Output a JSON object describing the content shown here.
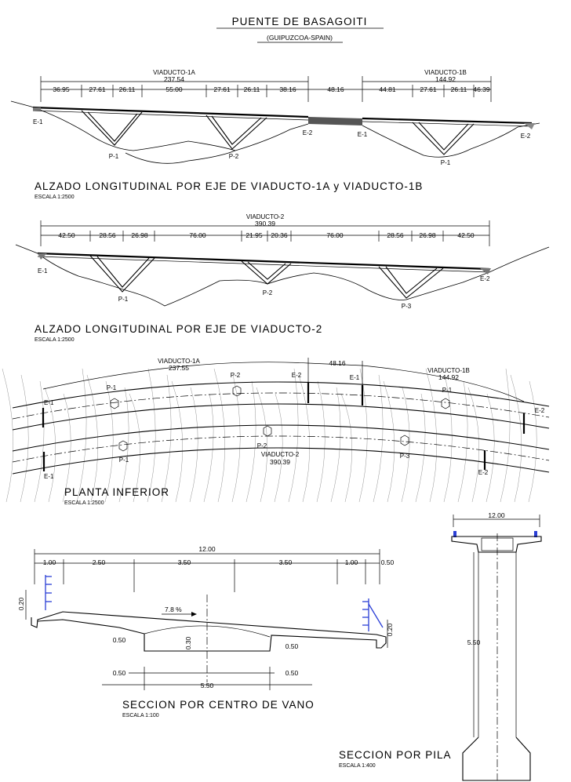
{
  "title": "PUENTE DE BASAGOITI",
  "subtitle": "(GUIPUZCOA-SPAIN)",
  "elevation1": {
    "heading": "ALZADO LONGITUDINAL POR EJE DE VIADUCTO-1A y VIADUCTO-1B",
    "scale": "ESCALA 1:2500",
    "viaducto_1a": {
      "name": "VIADUCTO-1A",
      "length": "237.54"
    },
    "viaducto_1b": {
      "name": "VIADUCTO-1B",
      "length": "144.92"
    },
    "spans": [
      "36.95",
      "27.61",
      "26.11",
      "55.00",
      "27.61",
      "26.11",
      "38.16",
      "48.16",
      "44.81",
      "27.61",
      "26.11",
      "46.39"
    ],
    "labels": {
      "e1a": "E-1",
      "p1a": "P-1",
      "p2a": "P-2",
      "e2a": "E-2",
      "e1b": "E-1",
      "p1b": "P-1",
      "e2b": "E-2"
    }
  },
  "elevation2": {
    "heading": "ALZADO LONGITUDINAL POR EJE DE VIADUCTO-2",
    "scale": "ESCALA 1:2500",
    "viaducto_2": {
      "name": "VIADUCTO-2",
      "length": "390.39"
    },
    "spans": [
      "42.50",
      "28.56",
      "26.98",
      "76.00",
      "21.95",
      "20.36",
      "76.00",
      "28.56",
      "26.98",
      "42.50"
    ],
    "labels": {
      "e1": "E-1",
      "p1": "P-1",
      "p2": "P-2",
      "p3": "P-3",
      "e2": "E-2"
    }
  },
  "plan": {
    "heading": "PLANTA INFERIOR",
    "scale": "ESCALA 1:2500",
    "v1a_name": "VIADUCTO-1A",
    "v1a_len": "237.55",
    "gap": "48.16",
    "v1b_name": "VIADUCTO-1B",
    "v1b_len": "144.92",
    "v2_name": "VIADUCTO-2",
    "v2_len": "390.39",
    "labels": {
      "e1_top": "E-1",
      "p1_top": "P-1",
      "p2_top": "P-2",
      "e2_top": "E-2",
      "e1b_top": "E-1",
      "p1b_top": "P-1",
      "e2b_top": "E-2",
      "e1_bot": "E-1",
      "p1_bot": "P-1",
      "p2_bot": "P-2",
      "p3_bot": "P-3",
      "e2_bot": "E-2"
    }
  },
  "section_span": {
    "heading": "SECCION POR CENTRO DE VANO",
    "scale": "ESCALA 1:100",
    "total_width": "12.00",
    "dims_top": [
      "1.00",
      "2.50",
      "3.50",
      "3.50",
      "1.00",
      "0.50"
    ],
    "slope": "7.8 %",
    "d_020_left": "0.20",
    "d_020_right": "0.20",
    "d_050_a": "0.50",
    "d_050_b": "0.50",
    "d_050_c": "0.50",
    "d_050_d": "0.50",
    "d_030": "0.30",
    "bottom_width": "5.50"
  },
  "section_pier": {
    "heading": "SECCION POR PILA",
    "scale": "ESCALA 1:400",
    "width": "12.00",
    "height": "5.50"
  },
  "colors": {
    "barrier": "#2b3fd6"
  }
}
